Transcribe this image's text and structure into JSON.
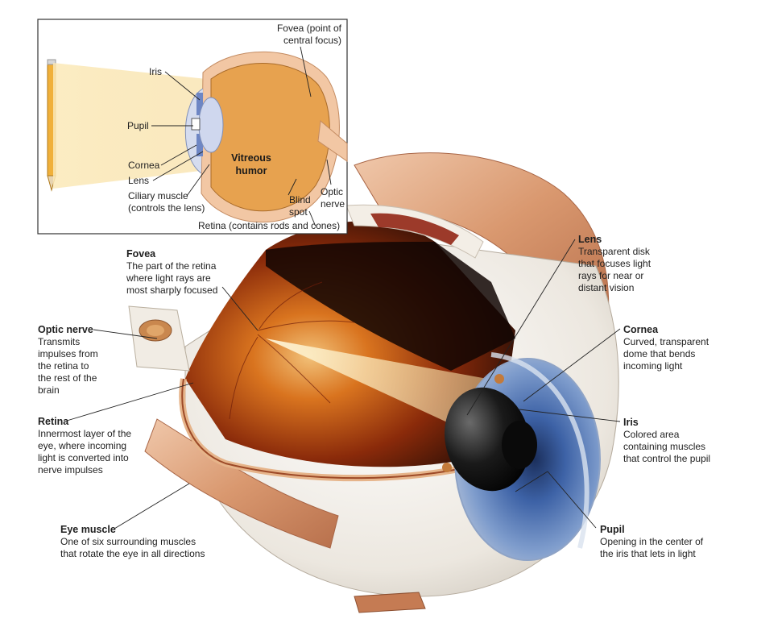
{
  "inset": {
    "fovea_lines": [
      "Fovea (point of",
      "central focus)"
    ],
    "iris": "Iris",
    "pupil": "Pupil",
    "cornea": "Cornea",
    "lens": "Lens",
    "ciliary_lines": [
      "Ciliary muscle",
      "(controls the lens)"
    ],
    "vitreous_lines": [
      "Vitreous",
      "humor"
    ],
    "blind_spot_lines": [
      "Blind",
      "spot"
    ],
    "optic_nerve_lines": [
      "Optic",
      "nerve"
    ],
    "retina": "Retina (contains rods and cones)"
  },
  "labels": {
    "fovea": {
      "title": "Fovea",
      "lines": [
        "The part of the retina",
        "where light rays are",
        "most sharply focused"
      ]
    },
    "optic_nerve": {
      "title": "Optic nerve",
      "lines": [
        "Transmits",
        "impulses from",
        "the retina to",
        "the rest of the",
        "brain"
      ]
    },
    "retina": {
      "title": "Retina",
      "lines": [
        "Innermost layer of the",
        "eye, where incoming",
        "light is converted into",
        "nerve impulses"
      ]
    },
    "eye_muscle": {
      "title": "Eye muscle",
      "lines": [
        "One of six surrounding muscles",
        "that rotate the eye in all directions"
      ]
    },
    "lens": {
      "title": "Lens",
      "lines": [
        "Transparent disk",
        "that focuses light",
        "rays for near or",
        "distant vision"
      ]
    },
    "cornea": {
      "title": "Cornea",
      "lines": [
        "Curved, transparent",
        "dome that bends",
        "incoming light"
      ]
    },
    "iris": {
      "title": "Iris",
      "lines": [
        "Colored area",
        "containing muscles",
        "that control the pupil"
      ]
    },
    "pupil": {
      "title": "Pupil",
      "lines": [
        "Opening in the center of",
        "the iris that lets in light"
      ]
    }
  },
  "colors": {
    "muscle": "#d9a07e",
    "muscle_dark": "#b86e4f",
    "sclera": "#f2eee8",
    "interior": "#a43c0e",
    "iris_blue": "#4f6fa8",
    "lens_black": "#111111",
    "light_beam": "#f6e6c0"
  }
}
